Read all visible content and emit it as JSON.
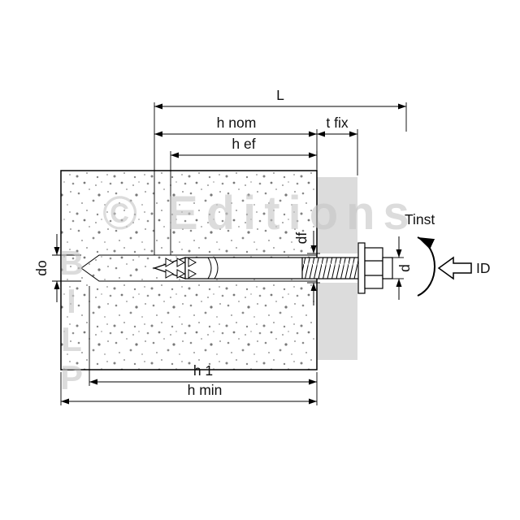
{
  "diagram": {
    "type": "anchor-installation-technical-drawing",
    "labels": {
      "total_length": "L",
      "nominal_embedment": "h nom",
      "fixture_thickness": "t fix",
      "effective_embedment": "h ef",
      "hole_diameter": "do",
      "fixture_hole_diameter": "df",
      "bolt_diameter": "d",
      "hole_depth": "h 1",
      "min_member_thickness": "h min",
      "installation_torque": "Tinst",
      "impact_direction": "ID"
    },
    "watermark": {
      "text_horizontal": "© Editions",
      "text_vertical": "BILP"
    },
    "colors": {
      "line": "#000000",
      "fixture_plate": "#dcdcdc",
      "watermark": "#c6c6c6",
      "background": "#ffffff"
    }
  }
}
